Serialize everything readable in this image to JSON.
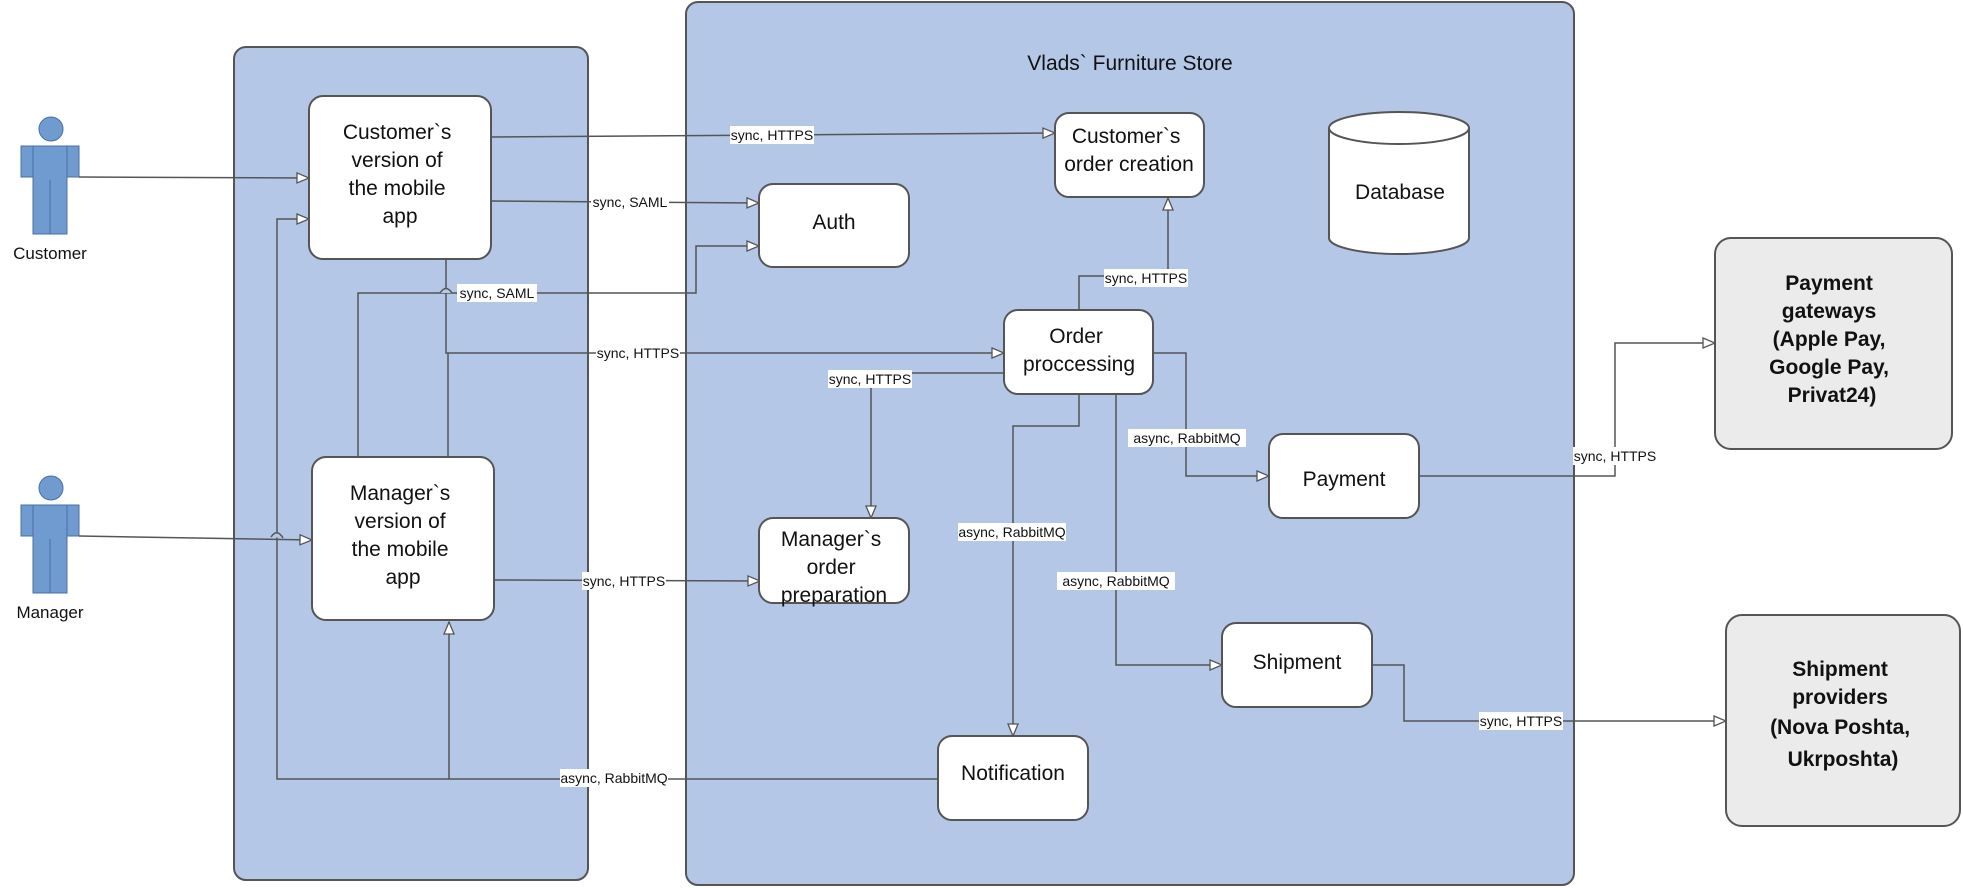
{
  "system_title": "Vlads` Furniture Store",
  "actors": {
    "customer": "Customer",
    "manager": "Manager"
  },
  "components": {
    "customer_app": [
      "Customer`s",
      "version of",
      "the mobile",
      "app"
    ],
    "manager_app": [
      "Manager`s",
      "version of",
      "the mobile",
      "app"
    ],
    "order_creation": [
      "Customer`s",
      "order creation"
    ],
    "auth": [
      "Auth"
    ],
    "database": [
      "Database"
    ],
    "order_processing": [
      "Order",
      "proccessing"
    ],
    "payment": [
      "Payment"
    ],
    "manager_prep": [
      "Manager`s",
      "order",
      "preparation"
    ],
    "shipment": [
      "Shipment"
    ],
    "notification": [
      "Notification"
    ],
    "payment_gateways": [
      "Payment",
      "gateways",
      "(Apple Pay,",
      "Google Pay,",
      "Privat24)"
    ],
    "shipment_providers": [
      "Shipment",
      "providers",
      "(Nova Poshta,",
      "Ukrposhta)"
    ]
  },
  "connections": {
    "cust_to_order_creation": "sync, HTTPS",
    "cust_to_auth": "sync, SAML",
    "manager_to_auth": "sync, SAML",
    "cust_to_order_processing": "sync, HTTPS",
    "order_processing_to_creation": "sync, HTTPS",
    "order_processing_to_prep": "sync, HTTPS",
    "order_processing_to_payment": "async, RabbitMQ",
    "order_processing_to_notification": "async, RabbitMQ",
    "order_processing_to_shipment": "async, RabbitMQ",
    "manager_to_prep": "sync, HTTPS",
    "payment_to_gateways": "sync, HTTPS",
    "shipment_to_providers": "sync, HTTPS",
    "notification_to_apps": "async, RabbitMQ"
  },
  "colors": {
    "container_fill": "#B4C7E7",
    "container_stroke": "#555555",
    "box_fill": "#FFFFFF",
    "external_fill": "#EBEBEB",
    "actor_fill": "#6F9BD1"
  }
}
